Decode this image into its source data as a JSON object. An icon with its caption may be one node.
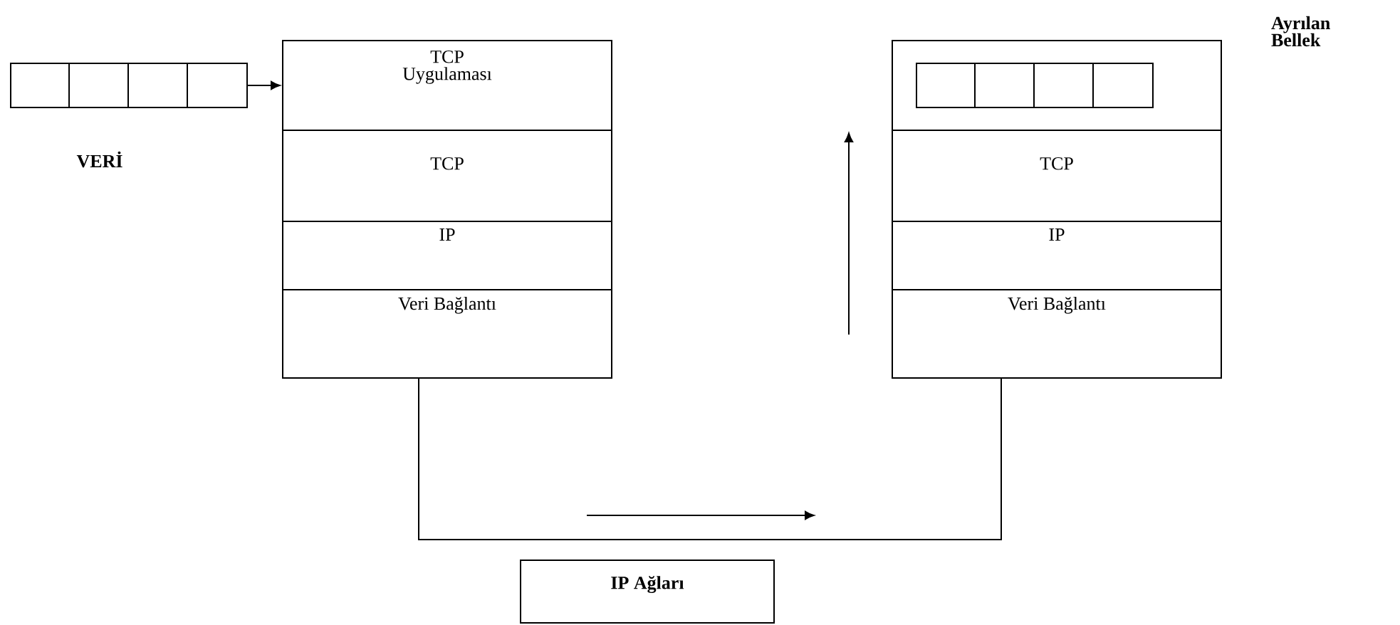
{
  "diagram": {
    "nodes": [
      {
        "text": [],
        "shape": "box"
      },
      {
        "text": [
          "TCP Uygulaması"
        ]
      },
      {
        "text": [
          "TCP"
        ]
      },
      {
        "text": [
          "IP"
        ]
      },
      {
        "text": [
          "Veri Bağlantı"
        ]
      },
      {
        "text": [],
        "shape": "box"
      },
      {
        "text": [],
        "shape": "box",
        "in": 5
      },
      {
        "text": [
          "TCP"
        ]
      },
      {
        "text": [
          "IP"
        ]
      },
      {
        "text": [
          "Veri Bağlantı"
        ]
      },
      {
        "text": [
          "IP Ağları"
        ]
      }
    ],
    "edges": [
      {
        "from": 0,
        "to": 1,
        "arrow": "to"
      },
      {
        "from": 4,
        "to": 9,
        "arrow": "none"
      }
    ],
    "labels": [
      "VERİ",
      "Ayrılan Bellek"
    ]
  }
}
